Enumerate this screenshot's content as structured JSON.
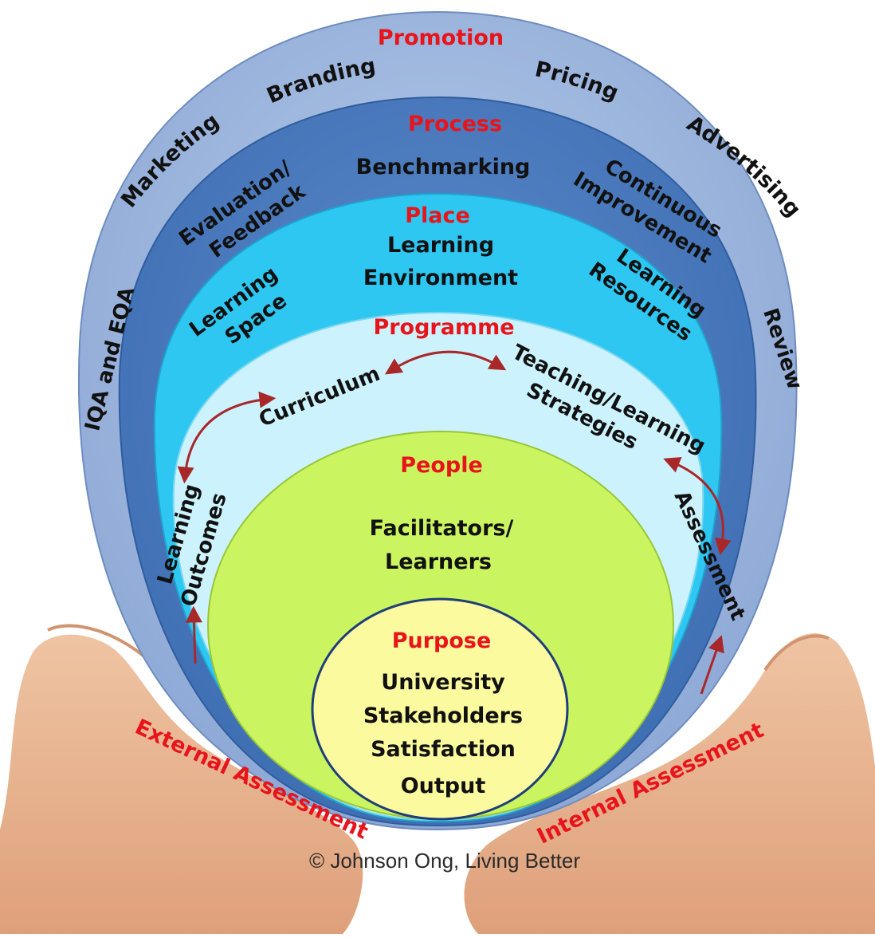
{
  "colors": {
    "promotion": "#9ab4dc",
    "process": "#4f7fc1",
    "place": "#2ec7f2",
    "programme": "#ccf3fd",
    "people": "#cbf560",
    "purpose": "#fbfa9e",
    "title": "#e8141b",
    "arrow": "#a8282a",
    "hand": "#e7b08b"
  },
  "promotion": {
    "title": "Promotion",
    "items": [
      "Marketing",
      "Branding",
      "Pricing",
      "Advertising"
    ]
  },
  "process": {
    "title": "Process",
    "benchmarking": "Benchmarking",
    "evaluation": [
      "Evaluation/",
      "Feedback"
    ],
    "continuous": [
      "Continuous",
      "Improvement"
    ],
    "iqa": "IQA and EQA",
    "review": "Review"
  },
  "place": {
    "title": "Place",
    "environment": [
      "Learning",
      "Environment"
    ],
    "space": [
      "Learning",
      "Space"
    ],
    "resources": [
      "Learning",
      "Resources"
    ]
  },
  "programme": {
    "title": "Programme",
    "curriculum": "Curriculum",
    "teaching": [
      "Teaching/Learning",
      "Strategies"
    ],
    "outcomes": [
      "Learning",
      "Outcomes"
    ],
    "assessment": "Assessment"
  },
  "people": {
    "title": "People",
    "lines": [
      "Facilitators/",
      "Learners"
    ]
  },
  "purpose": {
    "title": "Purpose",
    "lines": [
      "University",
      "Stakeholders",
      "Satisfaction",
      "Output"
    ]
  },
  "external_assessment": "External Assessment",
  "internal_assessment": "Internal Assessment",
  "copyright": "© Johnson Ong, Living Better"
}
